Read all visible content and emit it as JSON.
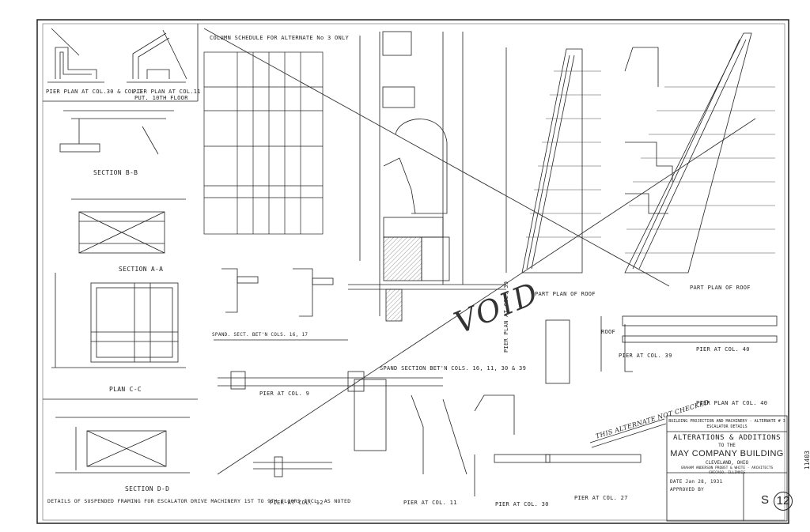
{
  "sheet": {
    "title_lines": [
      "ALTERATIONS & ADDITIONS",
      "TO THE",
      "MAY COMPANY BUILDING",
      "CLEVELAND, OHIO",
      "GRAHAM ANDERSON PROBST & WHITE - ARCHITECTS",
      "CHICAGO, ILLINOIS"
    ],
    "subtitle": "BUILDING PROJECTION AND MACHINERY - ALTERNATE # 3 ESCALATOR DETAILS",
    "date": "DATE Jan 28, 1931",
    "approved": "APPROVED BY",
    "sheet_letter": "S",
    "sheet_number": "12",
    "edge_note": "11403",
    "void_stamp": "VOID",
    "alt_stamp": "THIS ALTERNATE NOT CHECKED"
  },
  "labels": {
    "pier_col30": "PIER PLAN AT COL.30 & COL.1",
    "pier_col11": "PIER PLAN AT COL.11",
    "floor10": "PUT. 10TH FLOOR",
    "section_bb": "SECTION B-B",
    "section_aa": "SECTION A-A",
    "plan_cc": "PLAN C-C",
    "section_dd": "SECTION D-D",
    "details_note": "DETAILS OF SUSPENDED FRAMING FOR ESCALATOR DRIVE MACHINERY 1ST TO 9TH FLOORS INCL. AS NOTED",
    "column_schedule": "COLUMN SCHEDULE FOR ALTERNATE No 3 ONLY",
    "spandrel_sect": "SPAND. SECT. BET'N COLS. 16, 17",
    "spandrel_section": "SPAND SECTION BET'N COLS. 16, 11, 30 & 39",
    "part_plan_roof": "PART PLAN OF ROOF",
    "part_plan_roof2": "PART PLAN OF ROOF",
    "pier_col40": "PIER AT COL. 40",
    "pier_col39": "PIER AT COL. 39",
    "pier_col40_plan": "PIER PLAN AT COL. 40",
    "pier_col9": "PIER AT COL. 9",
    "pier_col12": "PIER AT COL. 12",
    "pier_col11_roof": "PIER AT COL. 11",
    "pier_col30_roof": "PIER AT COL. 30",
    "pier_col27": "PIER AT COL. 27",
    "pier_col39_plan": "PIER PLAN AT COL. 39",
    "roof": "ROOF"
  }
}
